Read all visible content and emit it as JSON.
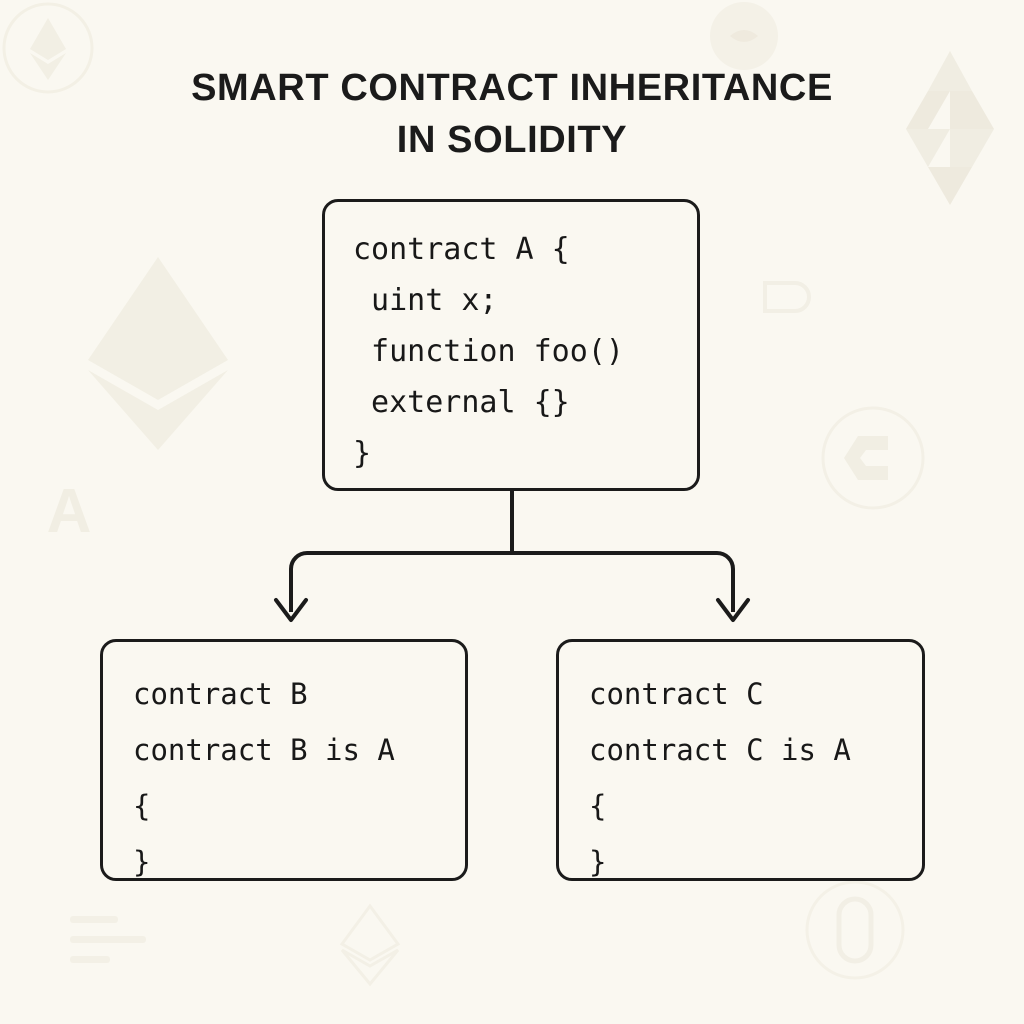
{
  "page": {
    "background_color": "#faf8f1",
    "ink_color": "#1b1b1b",
    "watermark_color": "#f1eee3"
  },
  "title": {
    "line1": "SMART CONTRACT INHERITANCE",
    "line2": "IN SOLIDITY",
    "full": "SMART CONTRACT INHERITANCE IN SOLIDITY"
  },
  "diagram": {
    "type": "inheritance-tree",
    "relationship_label": "is",
    "parent": {
      "id": "A",
      "name": "contract A",
      "code": "contract A {\n uint x;\n function foo()\n external {}\n}",
      "lines": [
        "contract A {",
        " uint x;",
        " function foo()",
        " external {}",
        "}"
      ]
    },
    "children": [
      {
        "id": "B",
        "name": "contract B",
        "inherits_from": "A",
        "code": "contract B\ncontract B is A\n{\n}",
        "lines": [
          "contract B",
          "contract B is A",
          "{",
          "}"
        ]
      },
      {
        "id": "C",
        "name": "contract C",
        "inherits_from": "A",
        "code": "contract C\ncontract C is A\n{\n}",
        "lines": [
          "contract C",
          "contract C is A",
          "{",
          "}"
        ]
      }
    ],
    "edges": [
      {
        "from": "A",
        "to": "B",
        "style": "orthogonal-arrow"
      },
      {
        "from": "A",
        "to": "C",
        "style": "orthogonal-arrow"
      }
    ]
  },
  "watermarks": [
    {
      "name": "ethereum-badge-icon",
      "label": "ETH"
    },
    {
      "name": "ethereum-diamond-icon",
      "label": "ETH"
    },
    {
      "name": "solidity-logo-icon",
      "label": "Solidity"
    },
    {
      "name": "coin-badge-icon",
      "label": "coin"
    },
    {
      "name": "letter-a-icon",
      "label": "A"
    },
    {
      "name": "circle-c-icon",
      "label": "C"
    },
    {
      "name": "circle-zero-icon",
      "label": "0"
    },
    {
      "name": "code-lines-icon",
      "label": "code"
    },
    {
      "name": "pin-icon",
      "label": "pin"
    },
    {
      "name": "small-diamond-icon",
      "label": "diamond"
    }
  ]
}
